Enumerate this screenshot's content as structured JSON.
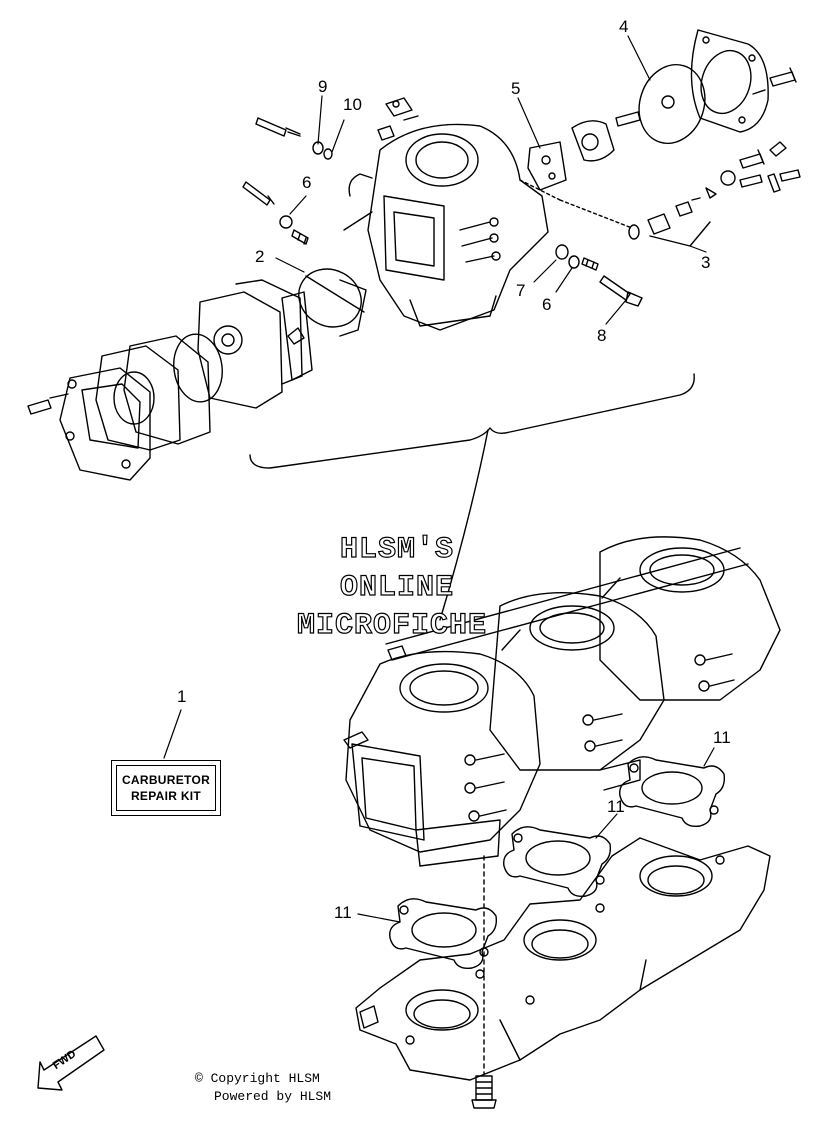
{
  "callouts": {
    "c1": "1",
    "c2": "2",
    "c3": "3",
    "c4": "4",
    "c5": "5",
    "c6a": "6",
    "c6b": "6",
    "c7": "7",
    "c8": "8",
    "c9": "9",
    "c10": "10",
    "c11a": "11",
    "c11b": "11",
    "c11c": "11"
  },
  "watermark": {
    "line1": "HLSM'S",
    "line2": "ONLINE",
    "line3": "MICROFICHE"
  },
  "kit_label": {
    "line1": "CARBURETOR",
    "line2": "REPAIR KIT"
  },
  "fwd_label": "FWD",
  "footer": {
    "copyright": "© Copyright HLSM",
    "powered": "Powered by HLSM"
  }
}
